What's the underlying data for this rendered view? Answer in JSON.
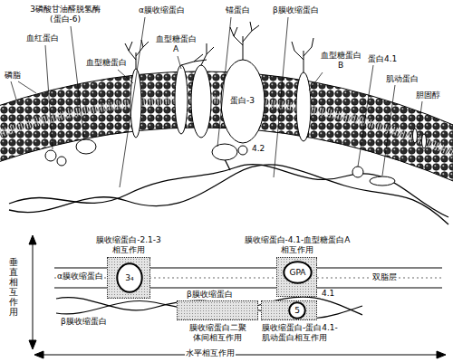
{
  "diagram": {
    "nodes": [
      {
        "text": [
          "膜收缩蛋白-2.1-3 相互作用"
        ]
      },
      {
        "text": [
          "3₄"
        ],
        "in": 0
      },
      {
        "text": [
          "膜收缩蛋白-4.1-血型糖蛋白A 相互作用"
        ]
      },
      {
        "text": [
          "GPA"
        ],
        "in": 2
      },
      {
        "text": [
          "膜收缩蛋白二聚 体间相互作用"
        ]
      },
      {
        "text": [
          "膜收缩蛋白-蛋白4.1- 肌动蛋白相互作用"
        ]
      },
      {
        "text": [
          "5"
        ],
        "in": 5
      }
    ],
    "labels": [
      "3磷酸甘油醛脱氢酶 (蛋白-6)",
      "α膜收缩蛋白",
      "锚蛋白",
      "β膜收缩蛋白",
      "磷脂",
      "血红蛋白",
      "血型糖蛋白",
      "血型糖蛋白 A",
      "蛋白-3",
      "血型糖蛋白 B",
      "蛋白4.1",
      "肌动蛋白",
      "胆固醇",
      "4.2",
      "垂直相互作用",
      "水平相互作用",
      "双脂层",
      "α膜收缩蛋白",
      "β膜收缩蛋白",
      "β膜收缩蛋白",
      "4.1"
    ]
  }
}
